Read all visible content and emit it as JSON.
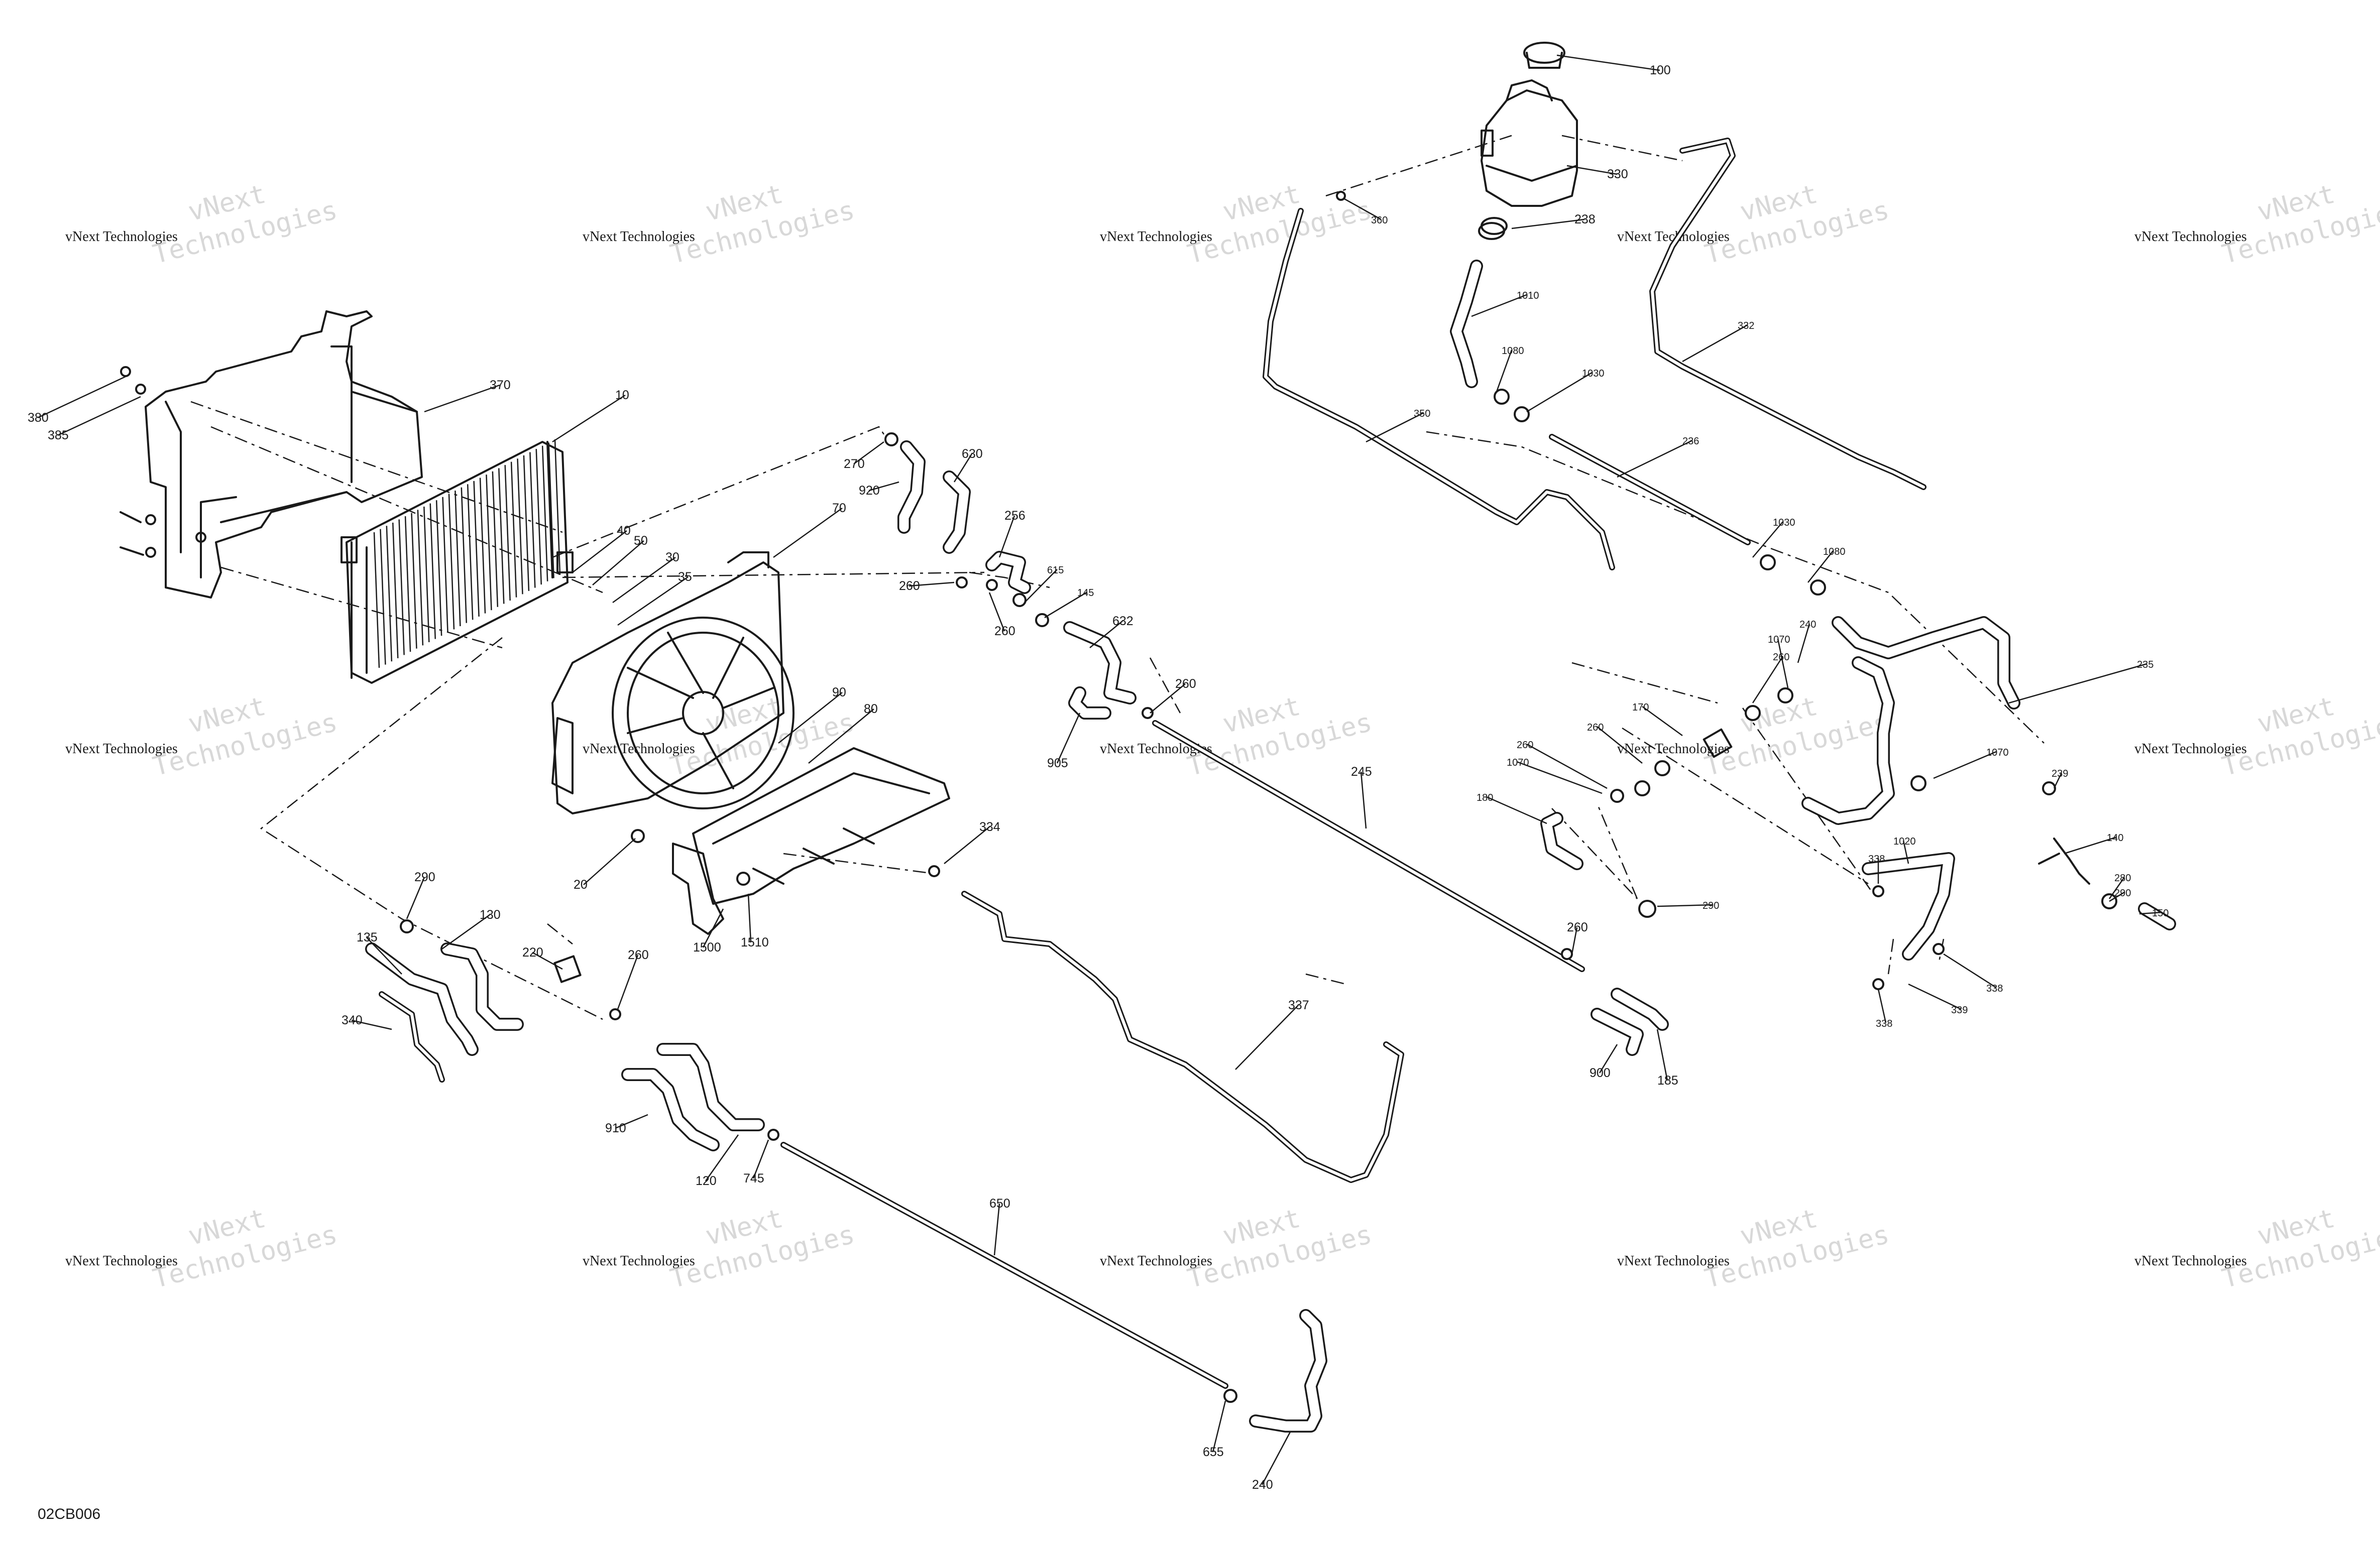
{
  "diagram_code": "02CB006",
  "watermark": {
    "line1": "vNext",
    "line2": "vNext Technologies",
    "line3": "Technologies"
  },
  "callouts": [
    {
      "id": "c10",
      "text": "10"
    },
    {
      "id": "c20",
      "text": "20"
    },
    {
      "id": "c30",
      "text": "30"
    },
    {
      "id": "c35",
      "text": "35"
    },
    {
      "id": "c40",
      "text": "40"
    },
    {
      "id": "c50",
      "text": "50"
    },
    {
      "id": "c70",
      "text": "70"
    },
    {
      "id": "c80",
      "text": "80"
    },
    {
      "id": "c90",
      "text": "90"
    },
    {
      "id": "c100",
      "text": "100"
    },
    {
      "id": "c120",
      "text": "120"
    },
    {
      "id": "c130",
      "text": "130"
    },
    {
      "id": "c135",
      "text": "135"
    },
    {
      "id": "c140",
      "text": "140"
    },
    {
      "id": "c145",
      "text": "145"
    },
    {
      "id": "c150",
      "text": "150"
    },
    {
      "id": "c170",
      "text": "170"
    },
    {
      "id": "c180",
      "text": "180"
    },
    {
      "id": "c185",
      "text": "185"
    },
    {
      "id": "c220",
      "text": "220"
    },
    {
      "id": "c235",
      "text": "235"
    },
    {
      "id": "c236",
      "text": "236"
    },
    {
      "id": "c238",
      "text": "238"
    },
    {
      "id": "c239",
      "text": "239"
    },
    {
      "id": "c240a",
      "text": "240"
    },
    {
      "id": "c240b",
      "text": "240"
    },
    {
      "id": "c245",
      "text": "245"
    },
    {
      "id": "c256",
      "text": "256"
    },
    {
      "id": "c260a",
      "text": "260"
    },
    {
      "id": "c260b",
      "text": "260"
    },
    {
      "id": "c260c",
      "text": "260"
    },
    {
      "id": "c260d",
      "text": "260"
    },
    {
      "id": "c260e",
      "text": "260"
    },
    {
      "id": "c260f",
      "text": "260"
    },
    {
      "id": "c260g",
      "text": "260"
    },
    {
      "id": "c260h",
      "text": "260"
    },
    {
      "id": "c270",
      "text": "270"
    },
    {
      "id": "c280",
      "text": "280"
    },
    {
      "id": "c290a",
      "text": "290"
    },
    {
      "id": "c290b",
      "text": "290"
    },
    {
      "id": "c290c",
      "text": "290"
    },
    {
      "id": "c330",
      "text": "330"
    },
    {
      "id": "c332",
      "text": "332"
    },
    {
      "id": "c334",
      "text": "334"
    },
    {
      "id": "c337",
      "text": "337"
    },
    {
      "id": "c338a",
      "text": "338"
    },
    {
      "id": "c338b",
      "text": "338"
    },
    {
      "id": "c338c",
      "text": "338"
    },
    {
      "id": "c339",
      "text": "339"
    },
    {
      "id": "c340",
      "text": "340"
    },
    {
      "id": "c350",
      "text": "350"
    },
    {
      "id": "c360",
      "text": "360"
    },
    {
      "id": "c370",
      "text": "370"
    },
    {
      "id": "c380",
      "text": "380"
    },
    {
      "id": "c385",
      "text": "385"
    },
    {
      "id": "c615",
      "text": "615"
    },
    {
      "id": "c630",
      "text": "630"
    },
    {
      "id": "c632",
      "text": "632"
    },
    {
      "id": "c650",
      "text": "650"
    },
    {
      "id": "c655",
      "text": "655"
    },
    {
      "id": "c745",
      "text": "745"
    },
    {
      "id": "c900",
      "text": "900"
    },
    {
      "id": "c905",
      "text": "905"
    },
    {
      "id": "c910",
      "text": "910"
    },
    {
      "id": "c920",
      "text": "920"
    },
    {
      "id": "c1010",
      "text": "1010"
    },
    {
      "id": "c1020",
      "text": "1020"
    },
    {
      "id": "c1030a",
      "text": "1030"
    },
    {
      "id": "c1030b",
      "text": "1030"
    },
    {
      "id": "c1070a",
      "text": "1070"
    },
    {
      "id": "c1070b",
      "text": "1070"
    },
    {
      "id": "c1070c",
      "text": "1070"
    },
    {
      "id": "c1080a",
      "text": "1080"
    },
    {
      "id": "c1080b",
      "text": "1080"
    },
    {
      "id": "c1500",
      "text": "1500"
    },
    {
      "id": "c1510",
      "text": "1510"
    }
  ]
}
